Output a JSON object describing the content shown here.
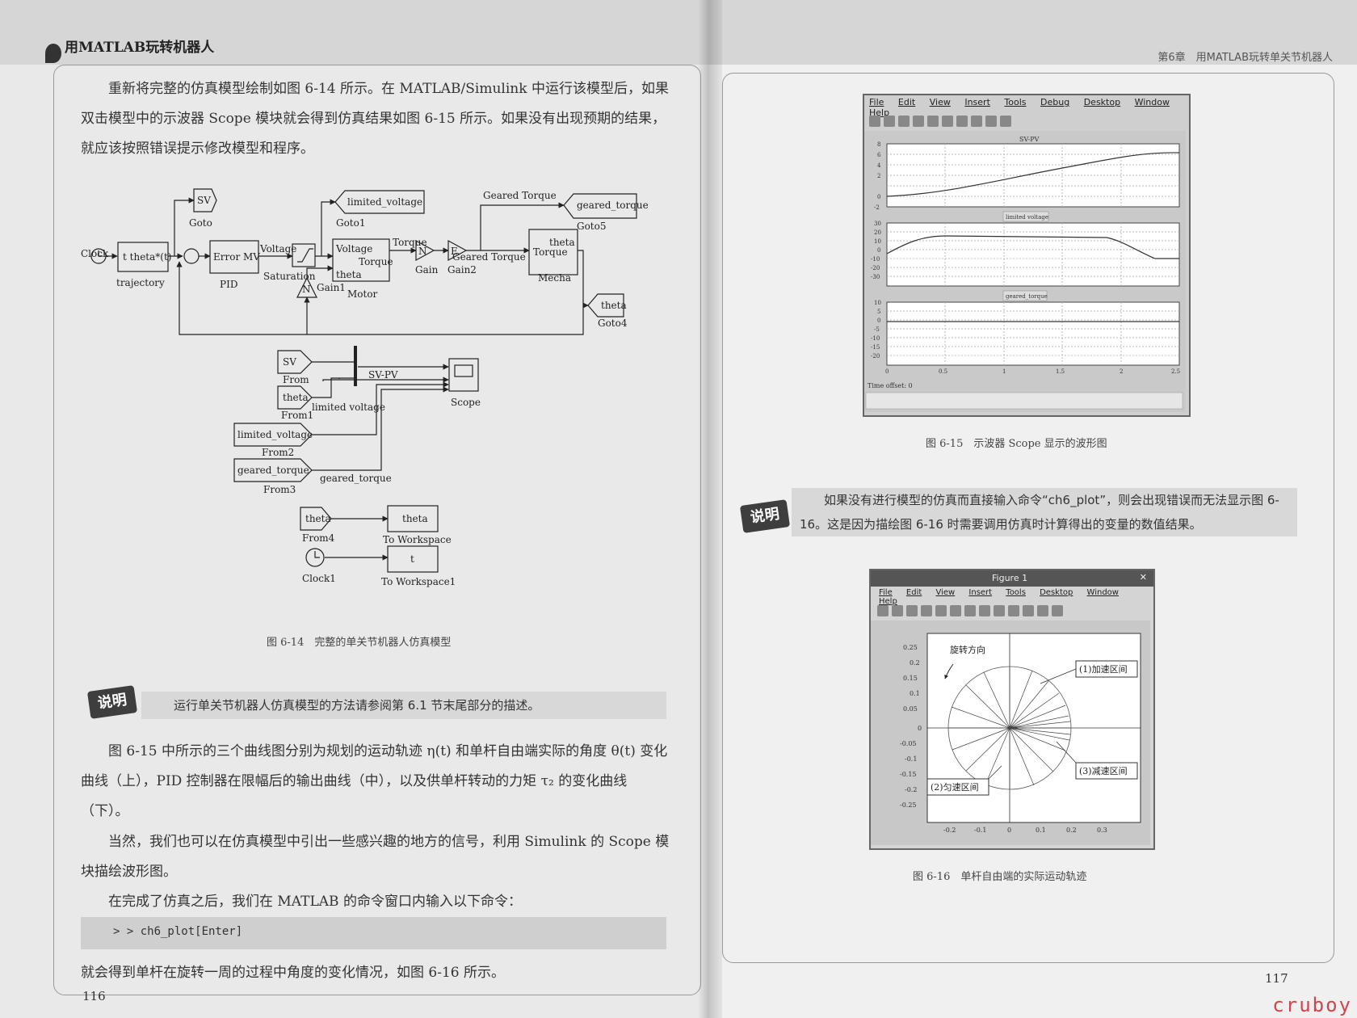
{
  "left_page": {
    "header_title": "用MATLAB玩转机器人",
    "para1": "重新将完整的仿真模型绘制如图 6-14 所示。在 MATLAB/Simulink 中运行该模型后，如果双击模型中的示波器 Scope 模块就会得到仿真结果如图 6-15 所示。如果没有出现预期的结果，就应该按照错误提示修改模型和程序。",
    "fig14_caption": "图 6-14　完整的单关节机器人仿真模型",
    "diagram": {
      "clock": "Clock",
      "trajectory_block": "t   theta*(t)",
      "trajectory": "trajectory",
      "sv_goto": "SV",
      "goto": "Goto",
      "pid_block": "Error  MV",
      "pid": "PID",
      "voltage_label": "Voltage",
      "saturation": "Saturation",
      "limited_voltage_goto": "limited_voltage",
      "goto1": "Goto1",
      "motor_in_voltage": "Voltage",
      "motor_in_theta": "theta",
      "motor_out_torque": "Torque",
      "motor": "Motor",
      "torque_label": "Torque",
      "gain_symbol": "N",
      "gain": "Gain",
      "gain2_symbol": "E",
      "gain2": "Gain2",
      "gain1": "Gain1",
      "geared_torque_top": "Geared Torque",
      "geared_torque_goto": "geared_torque",
      "goto5": "Goto5",
      "geared_torque_mid": "Geared Torque",
      "mecha_out": "theta",
      "mecha_in": "Torque",
      "mecha": "Mecha",
      "theta_goto": "theta",
      "goto4": "Goto4",
      "from_sv": "SV",
      "from": "From",
      "svpv": "SV-PV",
      "from_theta": "theta",
      "from1": "From1",
      "limited_voltage_sig": "limited voltage",
      "scope": "Scope",
      "from_lv": "limited_voltage",
      "from2": "From2",
      "from_gt": "geared_torque",
      "from3": "From3",
      "geared_torque_sig": "geared_torque",
      "from4_theta": "theta",
      "from4": "From4",
      "tows_theta": "theta",
      "to_workspace": "To Workspace",
      "clock1": "Clock1",
      "tows1_t": "t",
      "to_workspace1": "To Workspace1"
    },
    "note_badge": "说明",
    "note_text": "运行单关节机器人仿真模型的方法请参阅第 6.1 节末尾部分的描述。",
    "para2": "图 6-15 中所示的三个曲线图分别为规划的运动轨迹 η(t) 和单杆自由端实际的角度 θ(t) 变化曲线（上），PID 控制器在限幅后的输出曲线（中），以及供单杆转动的力矩 τ₂ 的变化曲线（下）。",
    "para3": "当然，我们也可以在仿真模型中引出一些感兴趣的地方的信号，利用 Simulink 的 Scope 模块描绘波形图。",
    "para4": "在完成了仿真之后，我们在 MATLAB 的命令窗口内输入以下命令：",
    "code": "> > ch6_plot[Enter]",
    "para5": "就会得到单杆在旋转一周的过程中角度的变化情况，如图 6-16 所示。",
    "page_number": "116"
  },
  "right_page": {
    "header_chapter": "第6章　用MATLAB玩转单关节机器人",
    "scope_window": {
      "menu": [
        "File",
        "Edit",
        "View",
        "Insert",
        "Tools",
        "Debug",
        "Desktop",
        "Window",
        "Help"
      ],
      "plot_titles": [
        "SV-PV",
        "limited voltage",
        "geared_torque"
      ],
      "top_yticks": [
        "8",
        "6",
        "4",
        "2",
        "0",
        "-2"
      ],
      "mid_yticks": [
        "30",
        "20",
        "10",
        "0",
        "-10",
        "-20",
        "-30"
      ],
      "bot_yticks": [
        "10",
        "5",
        "0",
        "-5",
        "-10",
        "-15",
        "-20"
      ],
      "xticks": [
        "0",
        "0.5",
        "1",
        "1.5",
        "2",
        "2.5"
      ],
      "time_offset": "Time offset:  0"
    },
    "fig15_caption": "图 6-15　示波器 Scope 显示的波形图",
    "note_badge": "说明",
    "note_text": "如果没有进行模型的仿真而直接输入命令“ch6_plot”，则会出现错误而无法显示图 6-16。这是因为描绘图 6-16 时需要调用仿真时计算得出的变量的数值结果。",
    "figure1_window": {
      "title": "Figure 1",
      "menu": [
        "File",
        "Edit",
        "View",
        "Insert",
        "Tools",
        "Desktop",
        "Window",
        "Help"
      ],
      "rotation_label": "旋转方向",
      "accel_label": "(1)加速区间",
      "decel_label": "(3)减速区间",
      "uniform_label": "(2)匀速区间",
      "yticks": [
        "0.25",
        "0.2",
        "0.15",
        "0.1",
        "0.05",
        "0",
        "-0.05",
        "-0.1",
        "-0.15",
        "-0.2",
        "-0.25"
      ],
      "xticks": [
        "-0.2",
        "-0.1",
        "0",
        "0.1",
        "0.2",
        "0.3"
      ]
    },
    "fig16_caption": "图 6-16　单杆自由端的实际运动轨迹",
    "page_number": "117"
  },
  "watermark": "cruboy",
  "colors": {
    "page": "#ececec",
    "note_band": "#d8d8d8",
    "badge": "#3e3e3e",
    "watermark": "#d0444e"
  }
}
